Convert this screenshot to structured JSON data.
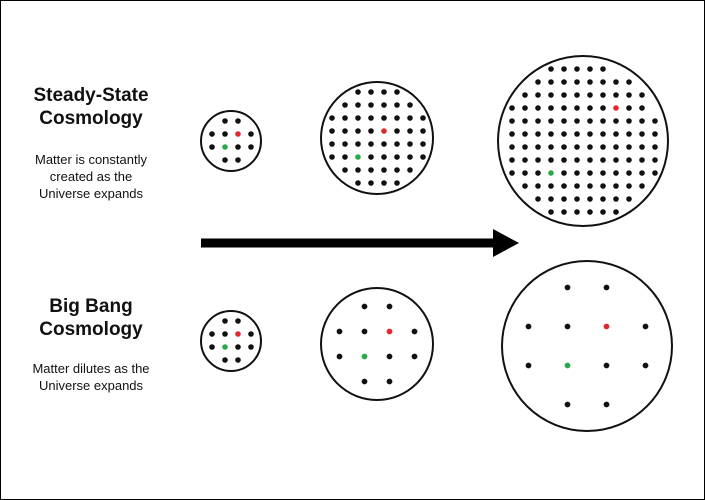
{
  "steady_state": {
    "title": "Steady-State\nCosmology",
    "description": "Matter is constantly\ncreated as the\nUniverse expands"
  },
  "big_bang": {
    "title": "Big Bang\nCosmology",
    "description": "Matter dilutes as the\nUniverse expands"
  },
  "colors": {
    "dot": "#111111",
    "marker_red": "#e0282e",
    "marker_green": "#2aa84a",
    "outline": "#111111",
    "arrow": "#000000"
  }
}
